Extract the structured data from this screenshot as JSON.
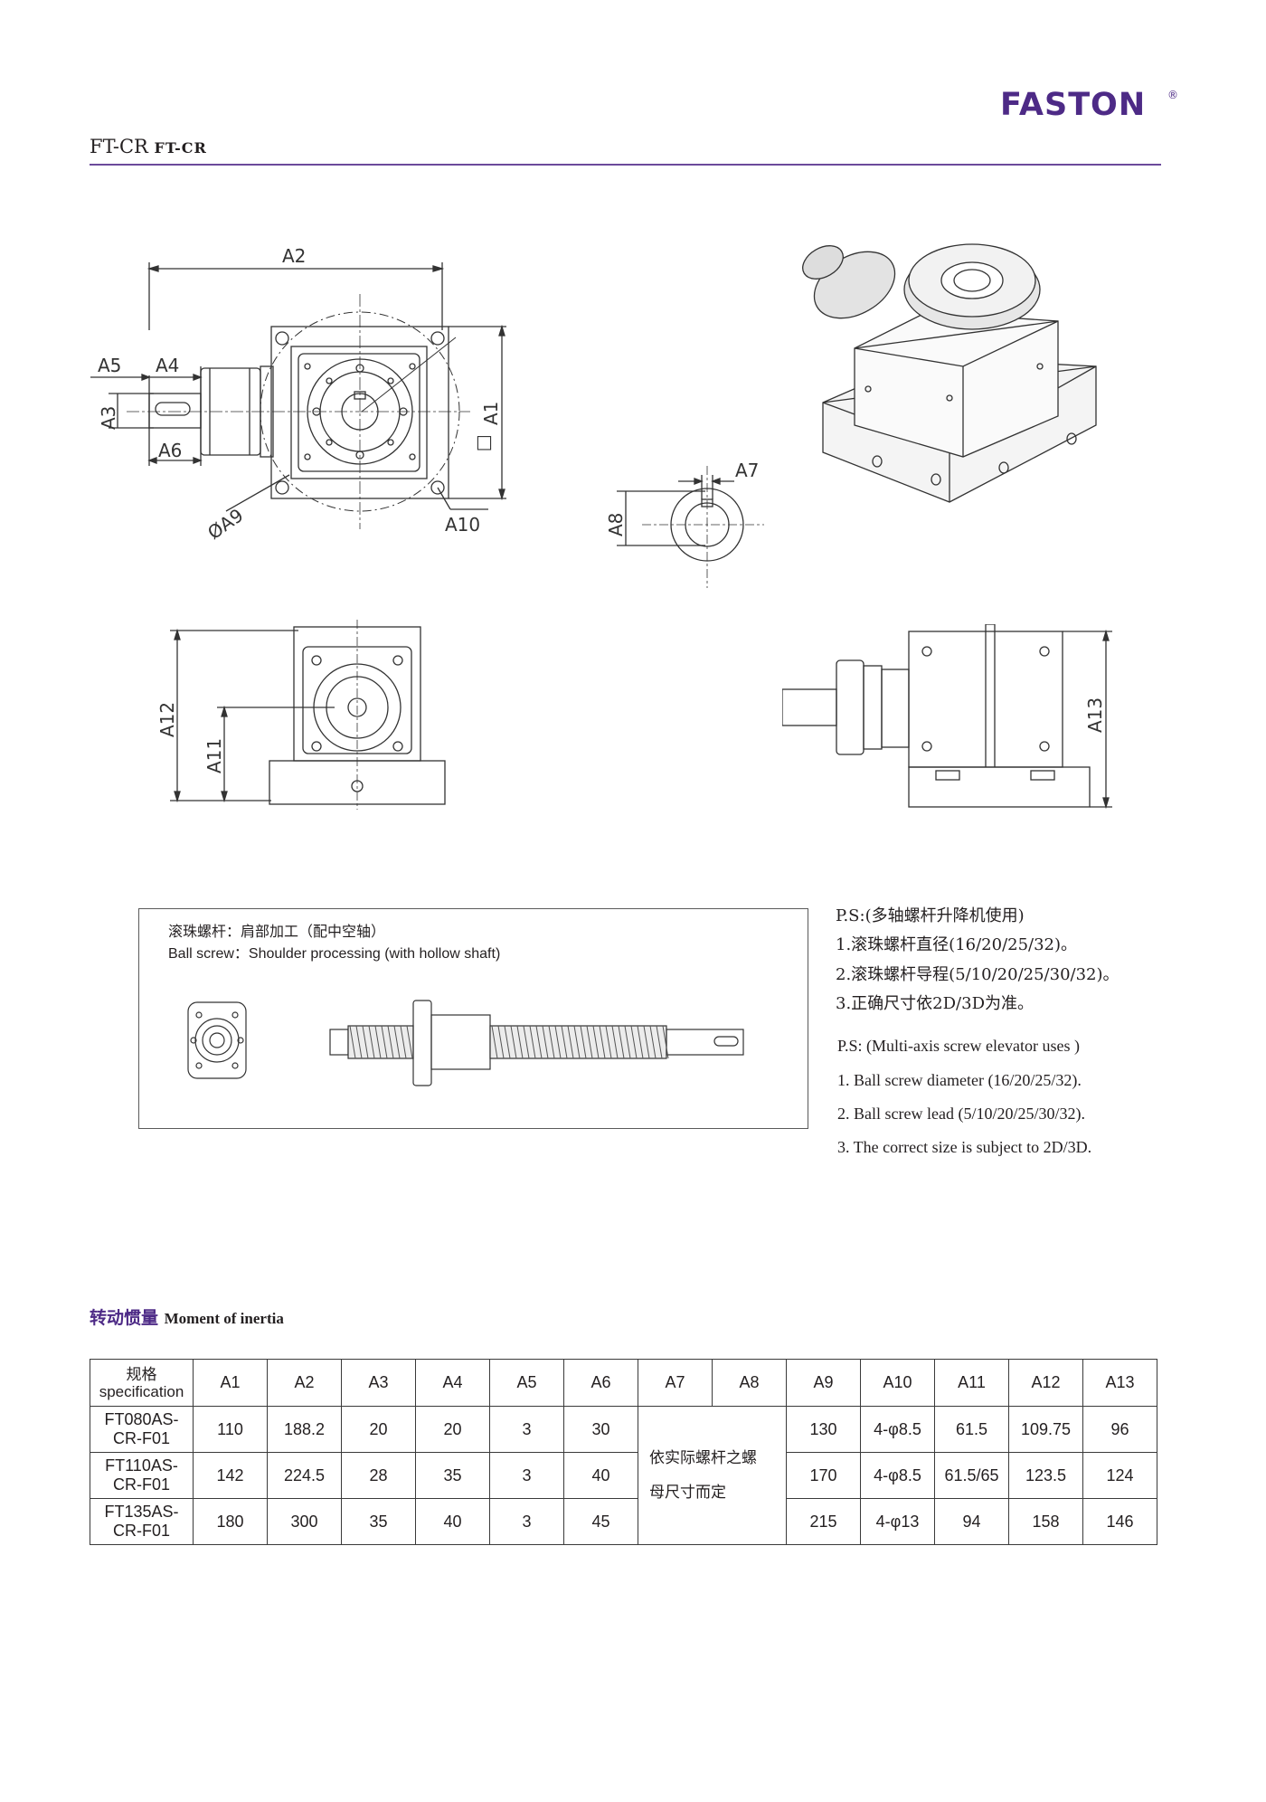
{
  "header": {
    "brand": "FASTON",
    "registered": "®",
    "model_main": "FT-CR",
    "model_sub": "FT-CR"
  },
  "drawings": {
    "top_view_labels": [
      "A2",
      "A5",
      "A4",
      "A3",
      "A6",
      "A1",
      "□",
      "ØA9",
      "A10"
    ],
    "key_view_labels": [
      "A7",
      "A8"
    ],
    "front_view_labels": [
      "A12",
      "A11"
    ],
    "side_view_labels": [
      "A13"
    ]
  },
  "ball_screw": {
    "title_cn": "滚珠螺杆：肩部加工（配中空轴）",
    "title_en": "Ball screw：Shoulder processing (with hollow shaft)"
  },
  "ps_cn": [
    "P.S:(多轴螺杆升降机使用)",
    "1.滚珠螺杆直径(16/20/25/32)。",
    "2.滚珠螺杆导程(5/10/20/25/30/32)。",
    "3.正确尺寸依2D/3D为准。"
  ],
  "ps_en": [
    "P.S: (Multi-axis screw elevator uses )",
    "1. Ball screw diameter (16/20/25/32).",
    "2. Ball screw lead (5/10/20/25/30/32).",
    "3. The correct size is subject to 2D/3D."
  ],
  "inertia_section": {
    "title_cn": "转动惯量",
    "title_en": "Moment of inertia"
  },
  "table": {
    "spec_header_cn": "规格",
    "spec_header_en": "specification",
    "columns": [
      "A1",
      "A2",
      "A3",
      "A4",
      "A5",
      "A6",
      "A7",
      "A8",
      "A9",
      "A10",
      "A11",
      "A12",
      "A13"
    ],
    "merged_note_line1": "依实际螺杆之螺",
    "merged_note_line2": "母尺寸而定",
    "rows": [
      {
        "model_l1": "FT080AS-",
        "model_l2": "CR-F01",
        "a1": "110",
        "a2": "188.2",
        "a3": "20",
        "a4": "20",
        "a5": "3",
        "a6": "30",
        "a9": "130",
        "a10": "4-φ8.5",
        "a11": "61.5",
        "a12": "109.75",
        "a13": "96"
      },
      {
        "model_l1": "FT110AS-",
        "model_l2": "CR-F01",
        "a1": "142",
        "a2": "224.5",
        "a3": "28",
        "a4": "35",
        "a5": "3",
        "a6": "40",
        "a9": "170",
        "a10": "4-φ8.5",
        "a11": "61.5/65",
        "a12": "123.5",
        "a13": "124"
      },
      {
        "model_l1": "FT135AS-",
        "model_l2": "CR-F01",
        "a1": "180",
        "a2": "300",
        "a3": "35",
        "a4": "40",
        "a5": "3",
        "a6": "45",
        "a9": "215",
        "a10": "4-φ13",
        "a11": "94",
        "a12": "158",
        "a13": "146"
      }
    ]
  }
}
